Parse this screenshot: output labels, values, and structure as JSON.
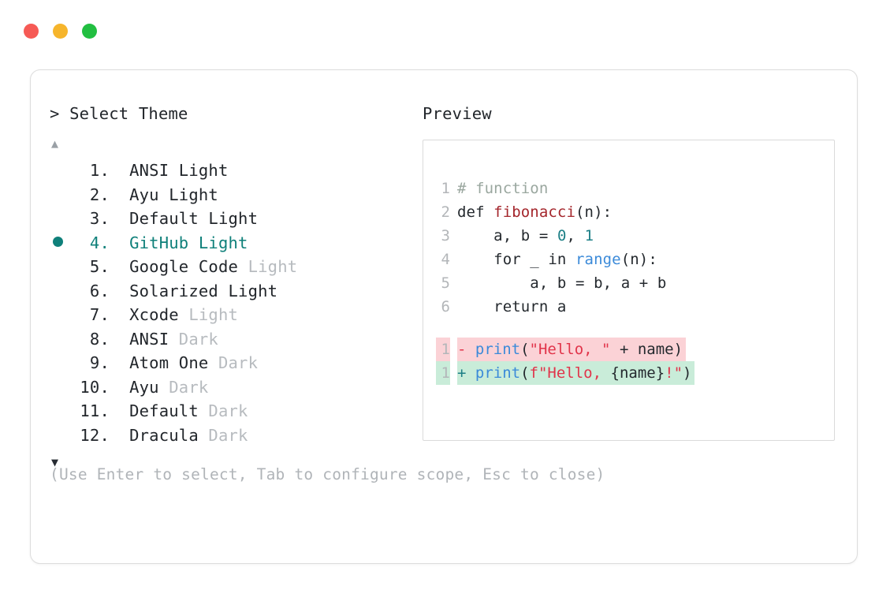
{
  "window": {
    "dots": [
      {
        "name": "close",
        "color": "#f65a55"
      },
      {
        "name": "minimize",
        "color": "#f6b52c"
      },
      {
        "name": "maximize",
        "color": "#22bf41"
      }
    ]
  },
  "left_pane": {
    "prompt_symbol": ">",
    "title": "> Select Theme",
    "scroll_up_icon": "▲",
    "scroll_down_icon": "▼",
    "selected_index": 4,
    "selected_bullet": "●",
    "accent_color": "#0f807a",
    "muted_color": "#b7bbbf",
    "items": [
      {
        "index": "1.",
        "name": "ANSI Light",
        "variant": "",
        "selected": false
      },
      {
        "index": "2.",
        "name": "Ayu Light",
        "variant": "",
        "selected": false
      },
      {
        "index": "3.",
        "name": "Default Light",
        "variant": "",
        "selected": false
      },
      {
        "index": "4.",
        "name": "GitHub Light",
        "variant": "",
        "selected": true
      },
      {
        "index": "5.",
        "name": "Google Code ",
        "variant": "Light",
        "selected": false
      },
      {
        "index": "6.",
        "name": "Solarized Light",
        "variant": "",
        "selected": false
      },
      {
        "index": "7.",
        "name": "Xcode ",
        "variant": "Light",
        "selected": false
      },
      {
        "index": "8.",
        "name": "ANSI ",
        "variant": "Dark",
        "selected": false
      },
      {
        "index": "9.",
        "name": "Atom One ",
        "variant": "Dark",
        "selected": false
      },
      {
        "index": "10.",
        "name": "Ayu ",
        "variant": "Dark",
        "selected": false
      },
      {
        "index": "11.",
        "name": "Default ",
        "variant": "Dark",
        "selected": false
      },
      {
        "index": "12.",
        "name": "Dracula ",
        "variant": "Dark",
        "selected": false
      }
    ],
    "hint": "(Use Enter to select, Tab to configure scope, Esc to close)"
  },
  "right_pane": {
    "title": "Preview",
    "code_lines": [
      {
        "ln": "1",
        "tokens": [
          {
            "t": "# function",
            "c": "tok-comment"
          }
        ]
      },
      {
        "ln": "2",
        "tokens": [
          {
            "t": "def ",
            "c": "tok-kw"
          },
          {
            "t": "fibonacci",
            "c": "tok-fn"
          },
          {
            "t": "(n):",
            "c": "tok-plain"
          }
        ]
      },
      {
        "ln": "3",
        "tokens": [
          {
            "t": "    a, b = ",
            "c": "tok-plain"
          },
          {
            "t": "0",
            "c": "tok-num"
          },
          {
            "t": ", ",
            "c": "tok-plain"
          },
          {
            "t": "1",
            "c": "tok-num"
          }
        ]
      },
      {
        "ln": "4",
        "tokens": [
          {
            "t": "    for _ in ",
            "c": "tok-plain"
          },
          {
            "t": "range",
            "c": "tok-builtin"
          },
          {
            "t": "(n):",
            "c": "tok-plain"
          }
        ]
      },
      {
        "ln": "5",
        "tokens": [
          {
            "t": "        a, b = b, a + b",
            "c": "tok-plain"
          }
        ]
      },
      {
        "ln": "6",
        "tokens": [
          {
            "t": "    return a",
            "c": "tok-plain"
          }
        ]
      }
    ],
    "diff_lines": [
      {
        "ln": "1",
        "type": "delete",
        "sign": "- ",
        "tokens": [
          {
            "t": "print",
            "c": "tok-print"
          },
          {
            "t": "(",
            "c": "tok-plain"
          },
          {
            "t": "\"Hello, \"",
            "c": "tok-str"
          },
          {
            "t": " + name)",
            "c": "tok-plain"
          }
        ]
      },
      {
        "ln": "1",
        "type": "add",
        "sign": "+ ",
        "tokens": [
          {
            "t": "print",
            "c": "tok-print"
          },
          {
            "t": "(",
            "c": "tok-plain"
          },
          {
            "t": "f\"Hello, ",
            "c": "tok-str"
          },
          {
            "t": "{name}",
            "c": "tok-plain"
          },
          {
            "t": "!\"",
            "c": "tok-str"
          },
          {
            "t": ")",
            "c": "tok-plain"
          }
        ]
      }
    ],
    "diff_delete_bg": "#fbd2d6",
    "diff_add_bg": "#c9ecd9"
  }
}
